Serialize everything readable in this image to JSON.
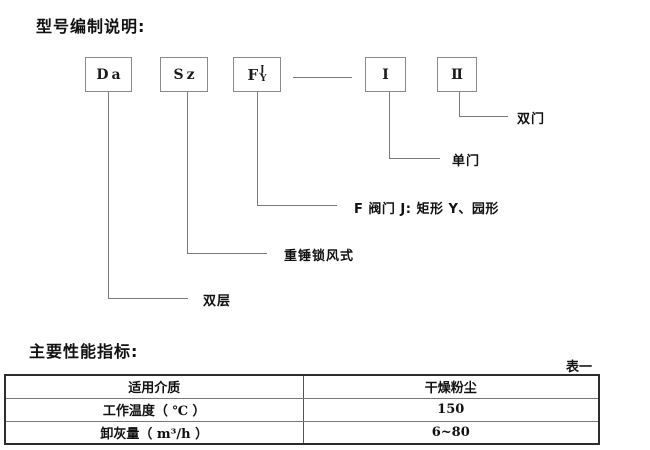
{
  "titles": {
    "model_notation": "型号编制说明:",
    "performance": "主要性能指标:",
    "table_label": "表一"
  },
  "diagram": {
    "boxes": [
      {
        "label": "Da"
      },
      {
        "label": "Sz"
      },
      {
        "label": "F",
        "sup": "J",
        "sub": "Y"
      },
      {
        "label": "Ⅰ"
      },
      {
        "label": "Ⅱ"
      }
    ],
    "callouts": [
      {
        "label": "双门"
      },
      {
        "label": "单门"
      },
      {
        "label": "F 阀门 J: 矩形 Y、园形"
      },
      {
        "label": "重锤锁风式"
      },
      {
        "label": "双层"
      }
    ]
  },
  "table": {
    "rows": [
      {
        "name": "适用介质",
        "value": "干燥粉尘"
      },
      {
        "name": "工作温度（ ℃ ）",
        "value": "150"
      },
      {
        "name": "卸灰量（ m³/h ）",
        "value": "6~80"
      }
    ]
  },
  "colors": {
    "line": "#7a7a7a",
    "text": "#1a1a1a",
    "table_border": "#2d2d2d"
  }
}
